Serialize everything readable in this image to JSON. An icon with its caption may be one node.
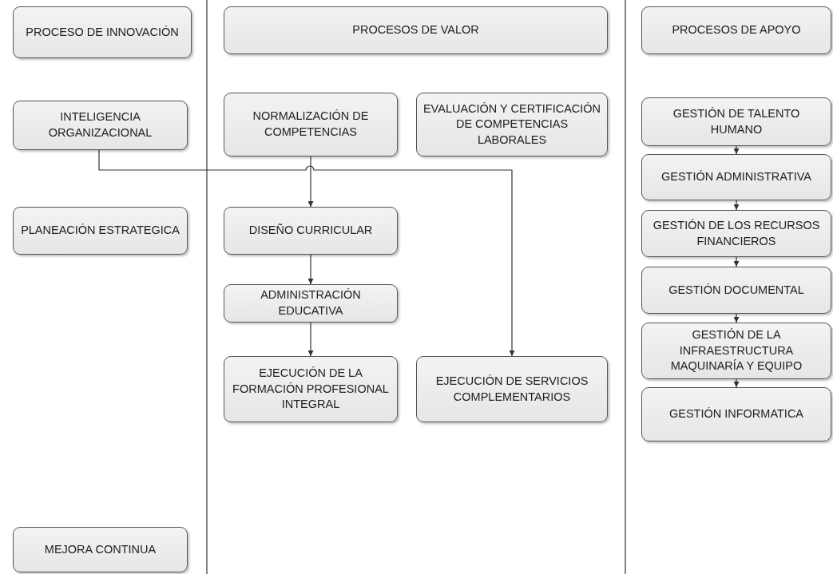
{
  "diagram": {
    "nodes": [
      {
        "text": [
          "PROCESO DE INNOVACIÓN"
        ]
      },
      {
        "text": [
          "PROCESOS DE VALOR"
        ]
      },
      {
        "text": [
          "PROCESOS DE APOYO"
        ]
      },
      {
        "text": [
          "INTELIGENCIA ORGANIZACIONAL"
        ]
      },
      {
        "text": [
          "NORMALIZACIÓN DE COMPETENCIAS"
        ]
      },
      {
        "text": [
          "EVALUACIÓN Y CERTIFICACIÓN DE COMPETENCIAS LABORALES"
        ]
      },
      {
        "text": [
          "PLANEACIÓN ESTRATEGICA"
        ]
      },
      {
        "text": [
          "DISEÑO CURRICULAR"
        ]
      },
      {
        "text": [
          "ADMINISTRACIÓN EDUCATIVA"
        ]
      },
      {
        "text": [
          "EJECUCIÓN DE LA FORMACIÓN PROFESIONAL INTEGRAL"
        ]
      },
      {
        "text": [
          "EJECUCIÓN DE SERVICIOS COMPLEMENTARIOS"
        ]
      },
      {
        "text": [
          "MEJORA CONTINUA"
        ]
      },
      {
        "text": [
          "GESTIÓN DE TALENTO HUMANO"
        ]
      },
      {
        "text": [
          "GESTIÓN ADMINISTRATIVA"
        ]
      },
      {
        "text": [
          "GESTIÓN DE LOS RECURSOS FINANCIEROS"
        ]
      },
      {
        "text": [
          "GESTIÓN DOCUMENTAL"
        ]
      },
      {
        "text": [
          "GESTIÓN DE LA INFRAESTRUCTURA MAQUINARÍA Y EQUIPO"
        ]
      },
      {
        "text": [
          "GESTIÓN INFORMATICA"
        ]
      }
    ],
    "edges": [
      {
        "from": 3,
        "to": 10,
        "arrow": "to"
      },
      {
        "from": 4,
        "to": 7,
        "arrow": "to"
      },
      {
        "from": 7,
        "to": 8,
        "arrow": "to"
      },
      {
        "from": 8,
        "to": 9,
        "arrow": "to"
      },
      {
        "from": 12,
        "to": 13,
        "arrow": "to"
      },
      {
        "from": 13,
        "to": 14,
        "arrow": "to"
      },
      {
        "from": 14,
        "to": 15,
        "arrow": "to"
      },
      {
        "from": 15,
        "to": 16,
        "arrow": "to"
      },
      {
        "from": 16,
        "to": 17,
        "arrow": "to"
      }
    ]
  }
}
